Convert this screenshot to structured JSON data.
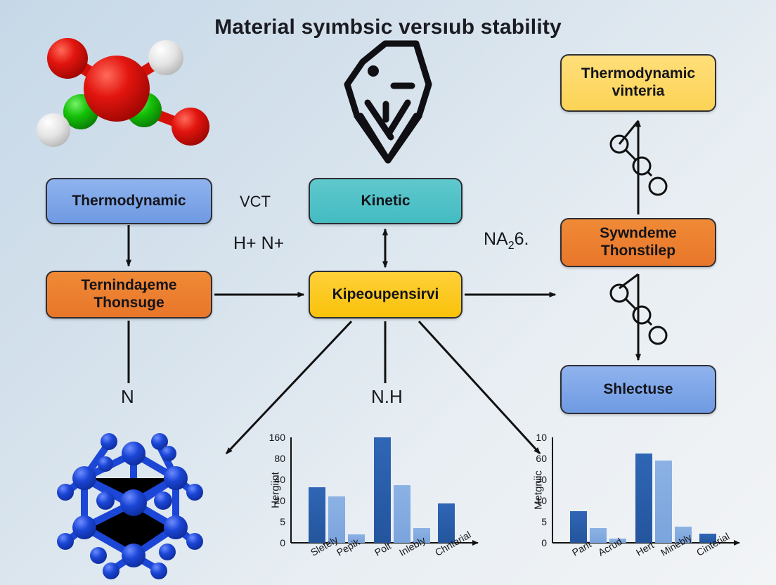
{
  "page": {
    "title": "Material syımbsic versıub stability",
    "background_top": "#c6d8e8",
    "background_bottom": "#f2f4f6"
  },
  "flow": {
    "boxes": [
      {
        "id": "thermo",
        "label": "Thermodynamic",
        "color": "#6f9ae2"
      },
      {
        "id": "ternind",
        "label": "Ternindaɟeme Thonsuge",
        "color": "#e8762a"
      },
      {
        "id": "kinetic",
        "label": "Kinetic",
        "color": "#43bcc2"
      },
      {
        "id": "kipeou",
        "label": "Kipeoupensirvi",
        "color": "#f9c20a"
      },
      {
        "id": "thermvin",
        "label": "Thermodynamic vinteria",
        "color": "#fcd356"
      },
      {
        "id": "sywndeme",
        "label": "Sywndeme Thonstilep",
        "color": "#e8762a"
      },
      {
        "id": "shlectuse",
        "label": "Shlectuse",
        "color": "#6f9ae2"
      }
    ],
    "edge_labels": {
      "vct": "VCT",
      "hn": "H+ N+",
      "na": "NA",
      "na_sub": "2",
      "na_tail": "6.",
      "n": "N",
      "nh": "N.H"
    }
  },
  "art": {
    "molecule_label": "ball-and-stick-molecule",
    "crystal_icon_label": "gem-outline-icon",
    "lattice_label": "blue-crystal-lattice"
  },
  "chart_data": [
    {
      "id": "chart-left",
      "type": "bar",
      "title": "",
      "xlabel": "",
      "ylabel": "Hergiint",
      "categories": [
        "Sletely",
        "Pepik",
        "Polt",
        "Inlebly",
        "Chnterial"
      ],
      "ytick_labels": [
        "0",
        "5",
        "20",
        "40",
        "80",
        "160"
      ],
      "values": [
        33,
        24,
        2,
        163,
        35,
        3.5,
        18
      ],
      "bar_shades": [
        "dark",
        "light",
        "light",
        "dark",
        "light",
        "light",
        "dark"
      ],
      "grid": false,
      "legend": "none",
      "colors": {
        "dark": "#24559d",
        "light": "#7ba4dd"
      }
    },
    {
      "id": "chart-right",
      "type": "bar",
      "title": "",
      "xlabel": "",
      "ylabel": "Metgniic",
      "categories": [
        "Parit",
        "Acrud",
        "Hert",
        "Minebly",
        "Cinterial"
      ],
      "ytick_labels": [
        "0",
        "5",
        "10",
        "30",
        "60",
        "10"
      ],
      "values": [
        7.5,
        3.5,
        1,
        70,
        57,
        3.8,
        2.2
      ],
      "bar_shades": [
        "dark",
        "light",
        "light",
        "dark",
        "light",
        "light",
        "dark"
      ],
      "grid": false,
      "legend": "none",
      "colors": {
        "dark": "#24559d",
        "light": "#7ba4dd"
      }
    }
  ]
}
